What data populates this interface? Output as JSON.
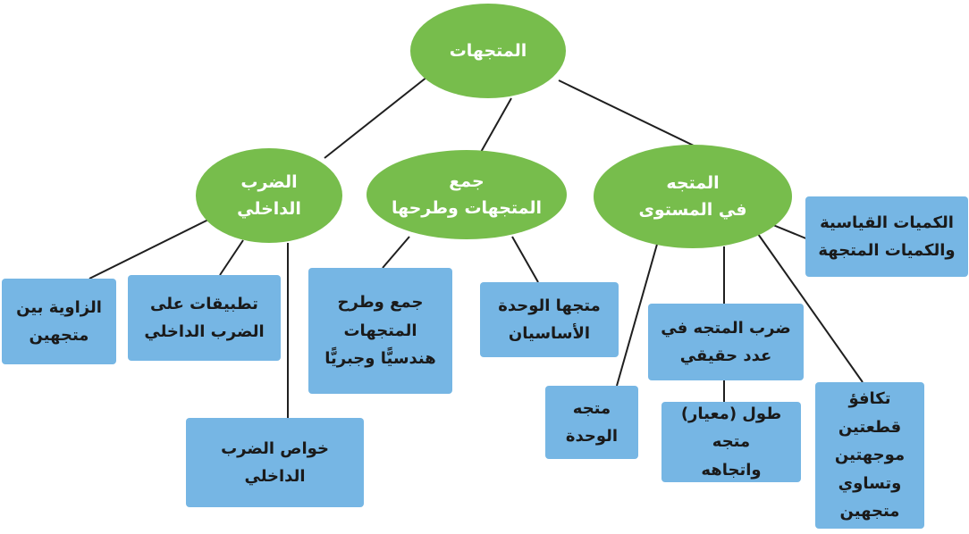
{
  "colors": {
    "oval_fill": "#77bd4c",
    "box_fill": "#76b6e4",
    "line": "#1f1f1f",
    "oval_text": "#ffffff",
    "box_text": "#1a1a1a"
  },
  "root": {
    "label": "المتجهات"
  },
  "topics": {
    "dot_product": {
      "label": "الضرب\nالداخلي"
    },
    "vector_addition": {
      "label": "جمع\nالمتجهات وطرحها"
    },
    "vectors_in_plane": {
      "label": "المتجه\nفي المستوى"
    }
  },
  "subtopics": {
    "angle_between_vectors": "الزاوية بين\nمتجهين",
    "dot_product_applications": "تطبيقات على\nالضرب الداخلي",
    "dot_product_properties": "خواص الضرب\nالداخلي",
    "add_subtract_geometric_algebraic": "جمع وطرح\nالمتجهات\nهندسيًّا وجبريًّا",
    "basic_unit_vectors": "متجها الوحدة\nالأساسيان",
    "unit_vector": "متجه\nالوحدة",
    "scalar_multiplication": "ضرب المتجه في\nعدد حقيقي",
    "magnitude_and_direction": "طول (معيار) متجه\nواتجاهه",
    "equivalent_segments": "تكافؤ قطعتين\nموجهتين\nوتساوي\nمتجهين",
    "scalar_and_vector_quantities": "الكميات القياسية\nوالكميات المتجهة"
  }
}
